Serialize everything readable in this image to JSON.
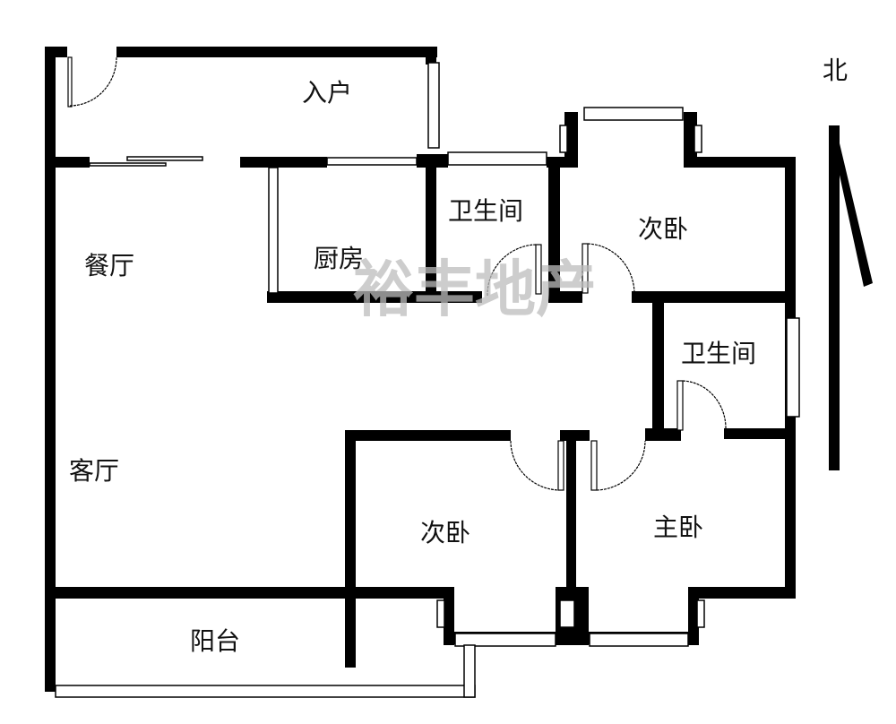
{
  "rooms": {
    "entry": "入户",
    "bath1": "卫生间",
    "bedroom2_north": "次卧",
    "kitchen": "厨房",
    "dining": "餐厅",
    "bath2": "卫生间",
    "living": "客厅",
    "bedroom2_south": "次卧",
    "master": "主卧",
    "balcony": "阳台"
  },
  "compass": {
    "north": "北"
  },
  "watermark": "裕丰地产"
}
